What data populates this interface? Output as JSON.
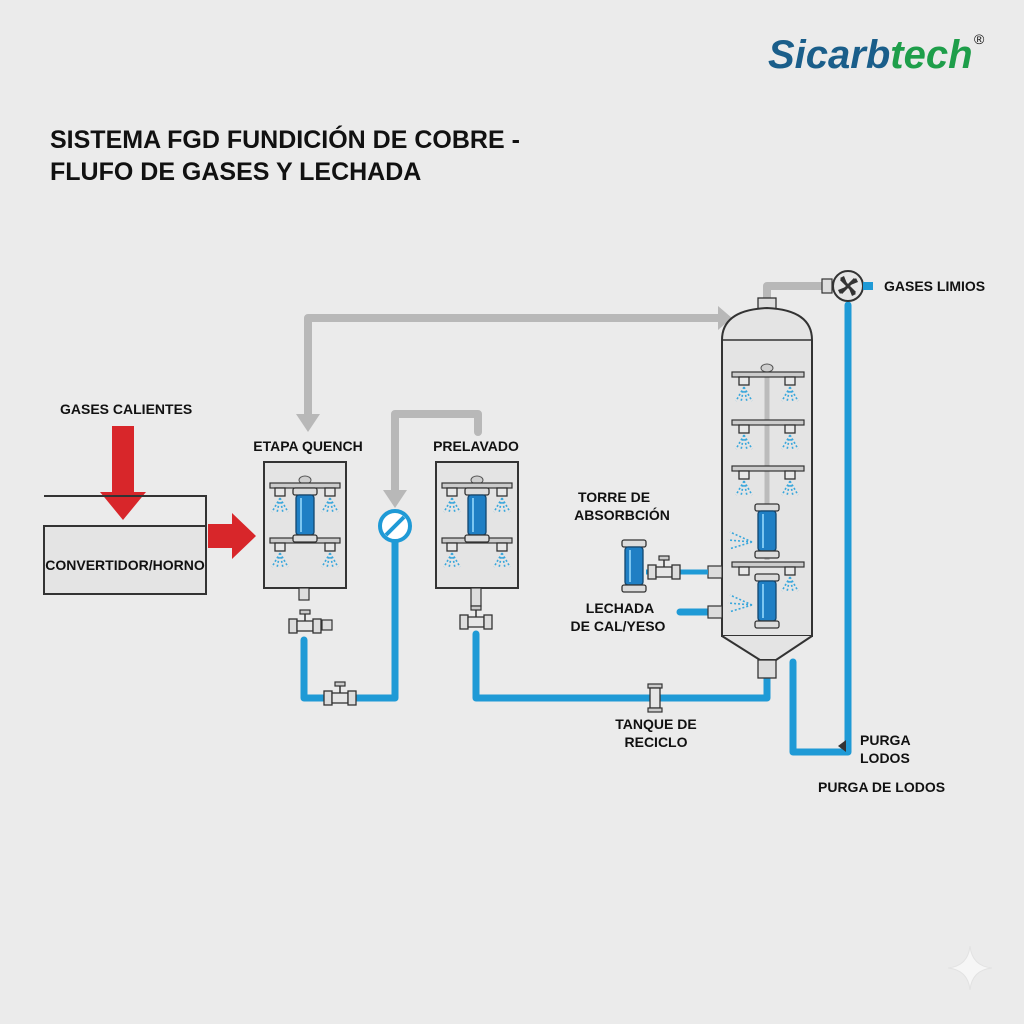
{
  "brand": {
    "name_part1": "Sicarb",
    "name_part2": "tech",
    "registered": "®",
    "color_part1": "#1a5e8a",
    "color_part2": "#1e9e4a"
  },
  "title": {
    "line1": "SISTEMA FGD FUNDICIÓN DE COBRE -",
    "line2": "FLUFO DE GASES Y LECHADA"
  },
  "labels": {
    "hot_gases": "GASES CALIENTES",
    "furnace": "CONVERTIDOR/HORNO",
    "quench": "ETAPA QUENCH",
    "prewash": "PRELAVADO",
    "tower_line1": "TORRE DE",
    "tower_line2": "ABSORBCIÓN",
    "slurry_line1": "LECHADA",
    "slurry_line2": "DE CAL/YESO",
    "recycle_line1": "TANQUE DE",
    "recycle_line2": "RECICLO",
    "clean_gases": "GASES LIMIOS",
    "purge_line1": "PURGA",
    "purge_line2": "LODOS",
    "purge_full": "PURGA DE LODOS"
  },
  "colors": {
    "gas_line": "#b8b8b8",
    "slurry_line": "#1f9ad6",
    "hot_arrow": "#d8262a",
    "vessel_fill": "#e4e4e4",
    "vessel_stroke": "#3a3a3a",
    "filter_blue": "#1f7fc4",
    "spray": "#39a7dc"
  },
  "icons": {
    "fan": "fan-icon",
    "valve": "valve-icon",
    "check_valve": "check-valve-icon",
    "sparkle": "sparkle-icon"
  }
}
